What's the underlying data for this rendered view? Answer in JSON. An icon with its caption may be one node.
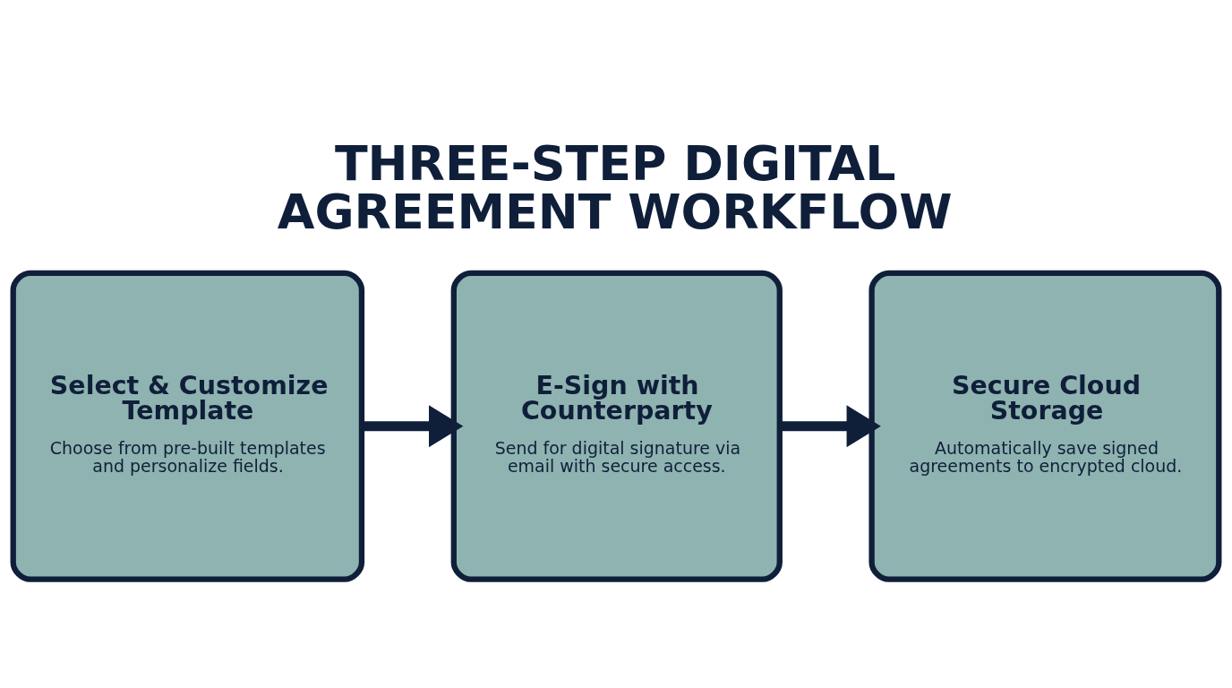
{
  "diagram": {
    "title": "THREE-STEP DIGITAL AGREEMENT WORKFLOW",
    "nodes": [
      {
        "text": [
          "Select & Customize Template",
          "Choose from pre-built templates and personalize fields."
        ]
      },
      {
        "text": [
          "E-Sign with Counterparty",
          "Send for digital signature via email with secure access."
        ]
      },
      {
        "text": [
          "Secure Cloud Storage",
          "Automatically save signed agreements to encrypted cloud."
        ]
      }
    ],
    "edges": [
      {
        "from": 0,
        "to": 1,
        "arrow": "to"
      },
      {
        "from": 1,
        "to": 2,
        "arrow": "to"
      }
    ]
  }
}
